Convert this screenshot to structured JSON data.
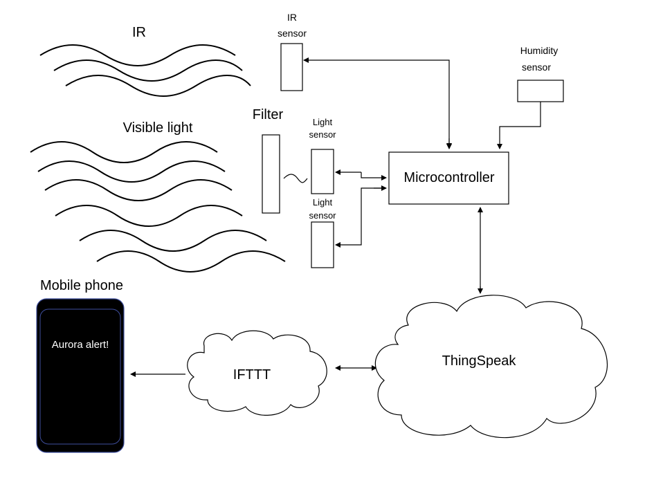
{
  "diagram": {
    "ir_label": "IR",
    "visible_light_label": "Visible light",
    "filter_label": "Filter",
    "ir_sensor_label": [
      "IR",
      "sensor"
    ],
    "light_sensor_1_label": [
      "Light",
      "sensor"
    ],
    "light_sensor_2_label": [
      "Light",
      "sensor"
    ],
    "humidity_sensor_label": [
      "Humidity",
      "sensor"
    ],
    "microcontroller_label": "Microcontroller",
    "thingspeak_label": "ThingSpeak",
    "ifttt_label": "IFTTT",
    "mobile_phone_label": "Mobile phone",
    "phone_screen_text": "Aurora alert!",
    "colors": {
      "line": "#000000",
      "phone_body": "#000000",
      "phone_screen_border": "#3f4f9f",
      "phone_text": "#ffffff"
    }
  }
}
